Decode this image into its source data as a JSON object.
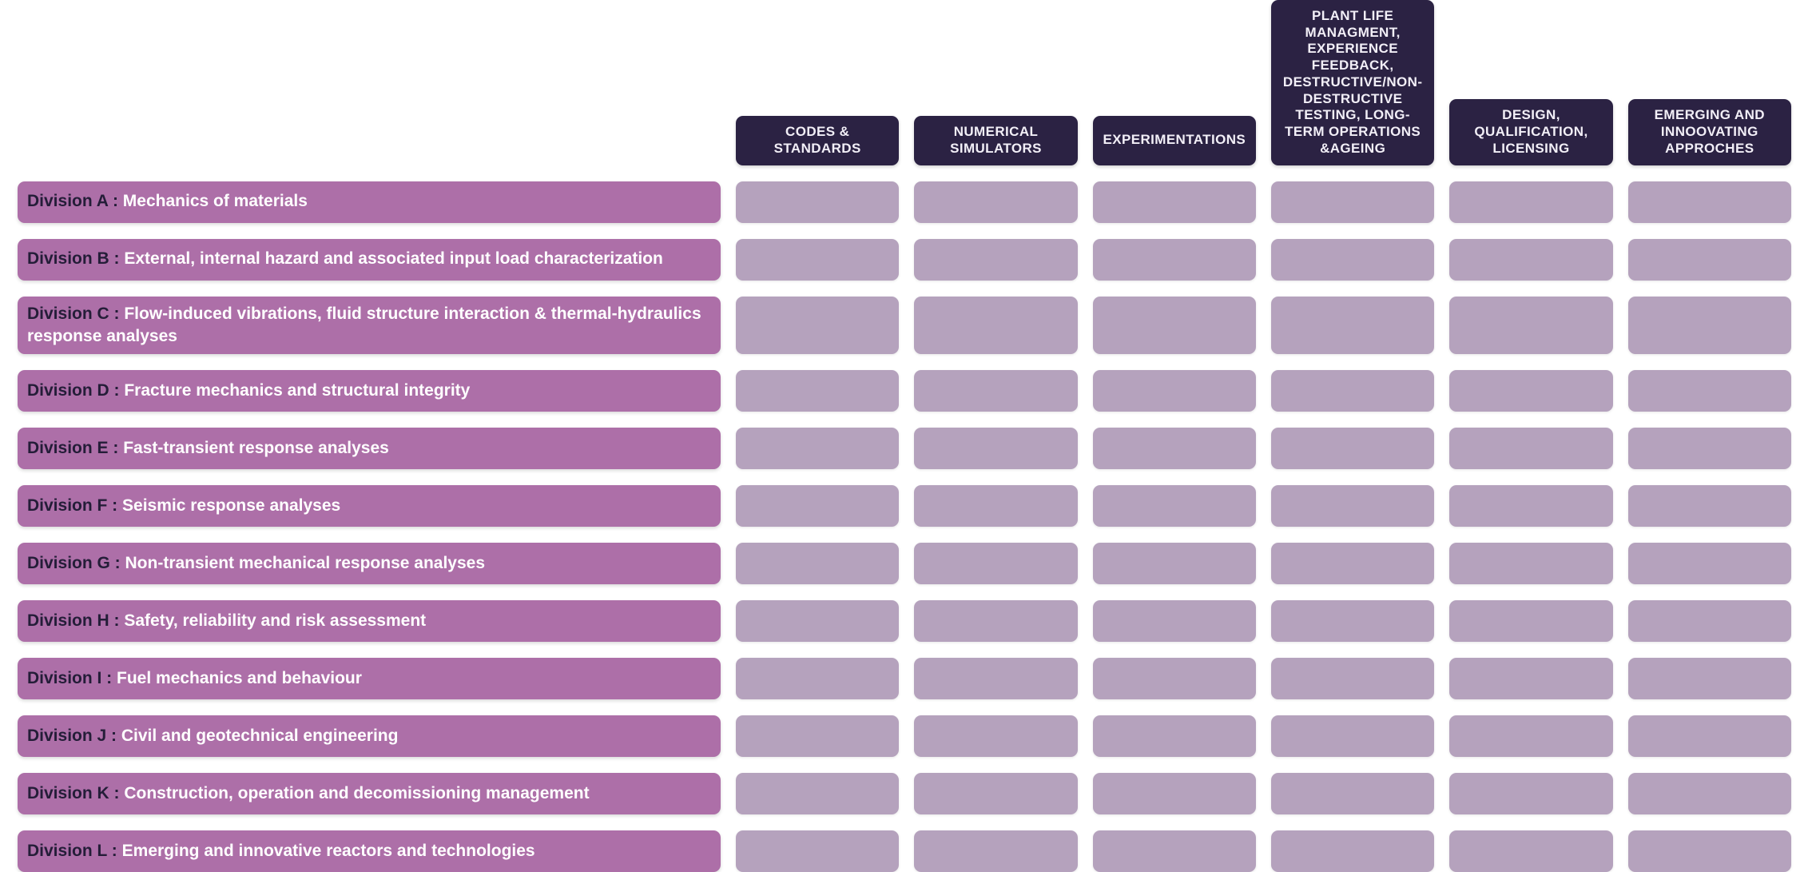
{
  "matrix": {
    "columns": [
      {
        "id": "codes-standards",
        "label": "CODES & STANDARDS"
      },
      {
        "id": "numerical-simulators",
        "label": "NUMERICAL SIMULATORS"
      },
      {
        "id": "experimentations",
        "label": "EXPERIMENTATIONS"
      },
      {
        "id": "plant-life-management",
        "label": "PLANT LIFE MANAGMENT, EXPERIENCE FEEDBACK, DESTRUCTIVE/NON-DESTRUCTIVE TESTING, LONG-TERM OPERATIONS &AGEING"
      },
      {
        "id": "design-qualification",
        "label": "DESIGN, QUALIFICATION, LICENSING"
      },
      {
        "id": "emerging-approaches",
        "label": "EMERGING AND INNOOVATING APPROCHES"
      }
    ],
    "rows": [
      {
        "id": "division-a",
        "code": "Division A : ",
        "title": "Mechanics of materials"
      },
      {
        "id": "division-b",
        "code": "Division B : ",
        "title": "External, internal hazard and associated input load characterization"
      },
      {
        "id": "division-c",
        "code": "Division C : ",
        "title": "Flow-induced vibrations, fluid structure interaction & thermal-hydraulics response analyses"
      },
      {
        "id": "division-d",
        "code": "Division D : ",
        "title": "Fracture mechanics and structural integrity"
      },
      {
        "id": "division-e",
        "code": "Division E : ",
        "title": "Fast-transient response analyses"
      },
      {
        "id": "division-f",
        "code": "Division F : ",
        "title": "Seismic response analyses"
      },
      {
        "id": "division-g",
        "code": "Division G : ",
        "title": "Non-transient mechanical response analyses"
      },
      {
        "id": "division-h",
        "code": "Division H : ",
        "title": "Safety, reliability and risk assessment"
      },
      {
        "id": "division-i",
        "code": "Division I : ",
        "title": "Fuel mechanics and behaviour"
      },
      {
        "id": "division-j",
        "code": "Division J : ",
        "title": "Civil and geotechnical engineering"
      },
      {
        "id": "division-k",
        "code": "Division K : ",
        "title": "Construction, operation and decomissioning management"
      },
      {
        "id": "division-l",
        "code": "Division L : ",
        "title": "Emerging and innovative reactors and technologies"
      }
    ],
    "cells": [
      [
        "",
        "",
        "",
        "",
        "",
        ""
      ],
      [
        "",
        "",
        "",
        "",
        "",
        ""
      ],
      [
        "",
        "",
        "",
        "",
        "",
        ""
      ],
      [
        "",
        "",
        "",
        "",
        "",
        ""
      ],
      [
        "",
        "",
        "",
        "",
        "",
        ""
      ],
      [
        "",
        "",
        "",
        "",
        "",
        ""
      ],
      [
        "",
        "",
        "",
        "",
        "",
        ""
      ],
      [
        "",
        "",
        "",
        "",
        "",
        ""
      ],
      [
        "",
        "",
        "",
        "",
        "",
        ""
      ],
      [
        "",
        "",
        "",
        "",
        "",
        ""
      ],
      [
        "",
        "",
        "",
        "",
        "",
        ""
      ],
      [
        "",
        "",
        "",
        "",
        "",
        ""
      ]
    ]
  },
  "colors": {
    "header_bg": "#2b2243",
    "header_text": "#f2eff7",
    "row_bar_bg": "#ad6fa8",
    "row_code_text": "#241d38",
    "row_title_text": "#ffffff",
    "cell_bg": "#b5a2bd",
    "page_bg": "#ffffff"
  }
}
